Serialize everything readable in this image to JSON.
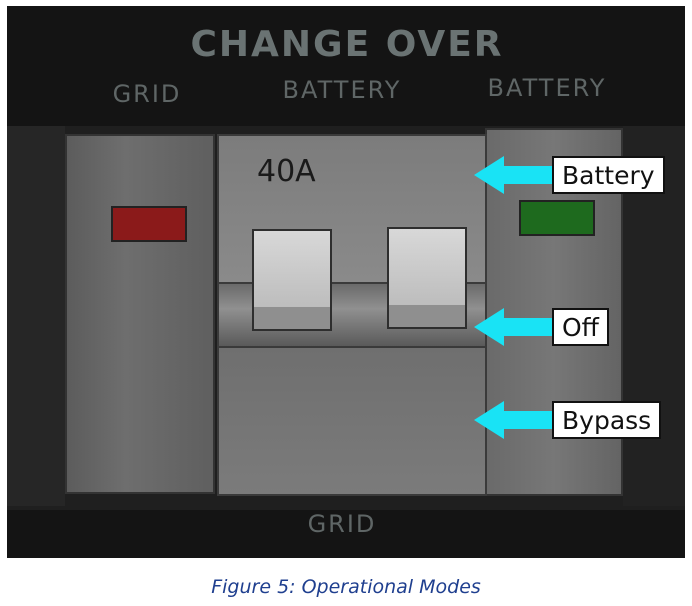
{
  "panel": {
    "title": "CHANGE OVER",
    "labels": {
      "grid_top": "GRID",
      "battery_middle": "BATTERY",
      "battery_right": "BATTERY",
      "grid_bottom": "GRID"
    }
  },
  "breaker": {
    "rating": "40A"
  },
  "indicators": {
    "left": {
      "name": "red-indicator",
      "color": "#8b1a1a"
    },
    "right": {
      "name": "green-indicator",
      "color": "#1e6a1e"
    }
  },
  "callouts": [
    {
      "label": "Battery",
      "arrow_color": "#19e3f5"
    },
    {
      "label": "Off",
      "arrow_color": "#19e3f5"
    },
    {
      "label": "Bypass",
      "arrow_color": "#19e3f5"
    }
  ],
  "caption": "Figure 5: Operational Modes"
}
